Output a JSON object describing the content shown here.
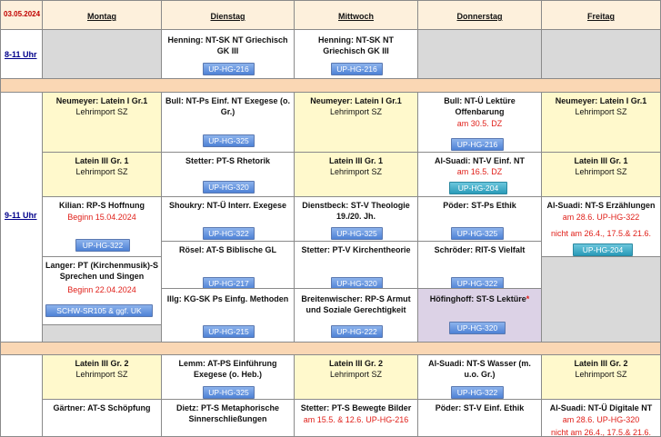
{
  "header": {
    "date": "03.05.2024",
    "days": [
      "Montag",
      "Dienstag",
      "Mittwoch",
      "Donnerstag",
      "Freitag"
    ]
  },
  "slots": {
    "first": "8-11 Uhr",
    "second": "9-11 Uhr"
  },
  "cells": {
    "r1_di_title": "Henning: NT-SK NT Griechisch GK III",
    "r1_di_room": "UP-HG-216",
    "r1_mi_title": "Henning: NT-SK NT Griechisch GK III",
    "r1_mi_room": "UP-HG-216",
    "r2_mo_title": "Neumeyer: Latein I Gr.1",
    "r2_mo_sub": "Lehrimport SZ",
    "r2_di_title": "Bull: NT-Ps Einf. NT Exegese (o. Gr.)",
    "r2_di_room": "UP-HG-325",
    "r2_mi_title": "Neumeyer: Latein I Gr.1",
    "r2_mi_sub": "Lehrimport SZ",
    "r2_do_title": "Bull: NT-Ü Lektüre Offenbarung",
    "r2_do_note": "am 30.5. DZ",
    "r2_do_room": "UP-HG-216",
    "r2_fr_title": "Neumeyer: Latein I Gr.1",
    "r2_fr_sub": "Lehrimport SZ",
    "r3_mo_title": "Latein III Gr. 1",
    "r3_mo_sub": "Lehrimport SZ",
    "r3_di_title": "Stetter: PT-S Rhetorik",
    "r3_di_room": "UP-HG-320",
    "r3_mi_title": "Latein III Gr. 1",
    "r3_mi_sub": "Lehrimport SZ",
    "r3_do_title": "Al-Suadi: NT-V Einf. NT",
    "r3_do_note": "am 16.5. DZ",
    "r3_do_room": "UP-HG-204",
    "r3_fr_title": "Latein III Gr. 1",
    "r3_fr_sub": "Lehrimport SZ",
    "r4_mo_title": "Kilian: RP-S Hoffnung",
    "r4_mo_note": "Beginn 15.04.2024",
    "r4_mo_room": "UP-HG-322",
    "r4_di_title": "Shoukry: NT-Ü Interr. Exegese",
    "r4_di_room": "UP-HG-322",
    "r4_mi_title": "Dienstbeck: ST-V Theologie 19./20. Jh.",
    "r4_mi_room": "UP-HG-325",
    "r4_do_title": "Pöder: ST-Ps Ethik",
    "r4_do_room": "UP-HG-325",
    "r4_fr_title": "Al-Suadi: NT-S Erzählungen",
    "r4_fr_note1": "am 28.6. UP-HG-322",
    "r4_fr_note2": "nicht am 26.4., 17.5.& 21.6.",
    "r4_fr_room": "UP-HG-204",
    "r5_di_title": "Rösel: AT-S Biblische GL",
    "r5_di_room": "UP-HG-217",
    "r5_mi_title": "Stetter: PT-V  Kirchentheorie",
    "r5_mi_room": "UP-HG-320",
    "r5_do_title": "Schröder: RIT-S Vielfalt",
    "r5_do_room": "UP-HG-322",
    "r5_mo_title": "Langer: PT (Kirchenmusik)-S Sprechen und Singen",
    "r5_mo_note": "Beginn 22.04.2024",
    "r5_mo_room": "SCHW-SR105 & ggf. UK",
    "r6_di_title": "Illg: KG-SK Ps Einfg. Methoden",
    "r6_di_room": "UP-HG-215",
    "r6_mi_title": "Breitenwischer: RP-S Armut und Soziale Gerechtigkeit",
    "r6_mi_room": "UP-HG-222",
    "r6_do_title": "Höfinghoff: ST-S Lektüre",
    "r6_do_star": "*",
    "r6_do_room": "UP-HG-320",
    "r7_mo_title": "Latein III Gr. 2",
    "r7_mo_sub": "Lehrimport SZ",
    "r7_di_title": "Lemm: AT-PS Einführung Exegese (o. Heb.)",
    "r7_di_room": "UP-HG-325",
    "r7_mi_title": "Latein III Gr. 2",
    "r7_mi_sub": "Lehrimport SZ",
    "r7_do_title": "Al-Suadi: NT-S Wasser (m. u.o. Gr.)",
    "r7_do_room": "UP-HG-322",
    "r7_fr_title": "Latein III Gr. 2",
    "r7_fr_sub": "Lehrimport SZ",
    "r8_mo_title": "Gärtner: AT-S Schöpfung",
    "r8_di_title": "Dietz: PT-S Metaphorische Sinnerschließungen",
    "r8_mi_title": "Stetter: PT-S Bewegte Bilder",
    "r8_mi_note": "am 15.5. & 12.6. UP-HG-216",
    "r8_do_title": "Pöder: ST-V Einf. Ethik",
    "r8_fr_title": "Al-Suadi: NT-Ü Digitale NT",
    "r8_fr_note1": "am 28.6. UP-HG-320",
    "r8_fr_note2": "nicht am 26.4., 17.5.& 21.6."
  },
  "colors": {
    "header_bg": "#fdf0dc",
    "band": "#fad7b4",
    "yellow_cell": "#fff9cc",
    "gray_cell": "#d9d9d9",
    "purple_cell": "#dcd2e6",
    "room_button": "#4e82d6",
    "room_button_alt": "#2a9bb8",
    "red_note": "#e0201a"
  }
}
